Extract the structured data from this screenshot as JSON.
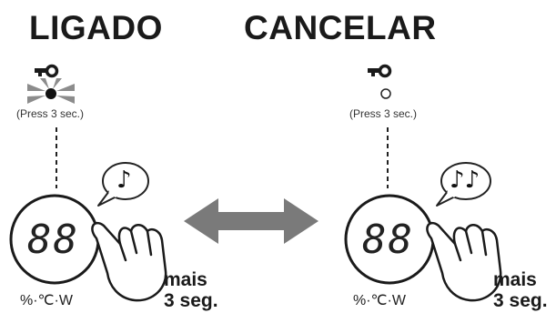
{
  "left": {
    "title": "LIGADO",
    "press_label": "(Press 3 sec.)",
    "display_digits": "88",
    "units_label": "%·℃·W",
    "hold_line1": "mais",
    "hold_line2": "3 seg.",
    "note_symbol": "♪",
    "led_state": "on"
  },
  "right": {
    "title": "CANCELAR",
    "press_label": "(Press 3 sec.)",
    "display_digits": "88",
    "units_label": "%·℃·W",
    "hold_line1": "mais",
    "hold_line2": "3 seg.",
    "note_symbol": "♪♪",
    "led_state": "off"
  },
  "colors": {
    "ink": "#1a1a1a",
    "arrow": "#7a7a7a",
    "led_glow": "#8c8c8c"
  },
  "icons": {
    "lock": "key-icon",
    "transition": "double-arrow-icon"
  }
}
